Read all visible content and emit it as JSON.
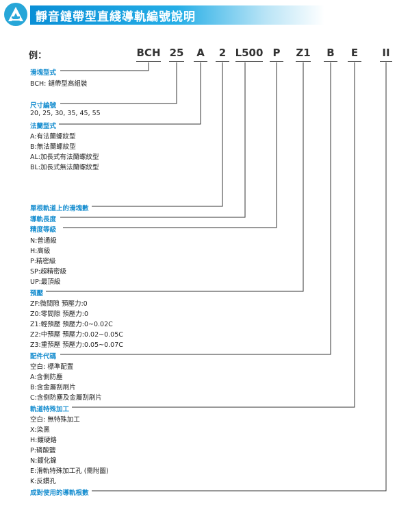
{
  "header": {
    "title": "靜音鏈帶型直綫導軌編號說明"
  },
  "example": {
    "label": "例：",
    "codes": [
      "BCH",
      "25",
      "A",
      "2",
      "L500",
      "P",
      "Z1",
      "B",
      "E",
      "II"
    ]
  },
  "sections": [
    {
      "title": "滑塊型式",
      "items": [
        "BCH: 鏈帶型高組裝"
      ]
    },
    {
      "title": "尺寸編號",
      "items": [
        "20, 25, 30, 35, 45, 55"
      ]
    },
    {
      "title": "法蘭型式",
      "items": [
        "A:有法蘭螺紋型",
        "B:無法蘭螺紋型",
        "AL:加長式有法蘭螺紋型",
        "BL:加長式無法蘭螺紋型"
      ]
    },
    {
      "title": "單根軌道上的滑塊數",
      "items": []
    },
    {
      "title": "導軌長度",
      "items": []
    },
    {
      "title": "精度等級",
      "items": [
        "N:普通級",
        "H:高級",
        "P:精密級",
        "SP:超精密級",
        "UP:最頂級"
      ]
    },
    {
      "title": "預壓",
      "items": [
        "ZF:微間隙  預壓力:0",
        "Z0:零間隙  預壓力:0",
        "Z1:輕預壓  預壓力:0~0.02C",
        "Z2:中預壓  預壓力:0.02~0.05C",
        "Z3:重預壓  預壓力:0.05~0.07C"
      ]
    },
    {
      "title": "配件代碼",
      "items": [
        "空白: 標準配置",
        "A:含側防塵",
        "B:含金屬刮刷片",
        "C:含側防塵及金屬刮刷片"
      ]
    },
    {
      "title": "軌道特殊加工",
      "items": [
        "空白: 無特殊加工",
        "X:染黑",
        "H:鍍硬鉻",
        "P:磷酸鹽",
        "N:鍍化鎳",
        "E:滑軌特殊加工孔 (需附圖)",
        "K:反鑽孔"
      ]
    },
    {
      "title": "成對使用的導軌根數",
      "items": []
    }
  ],
  "colors": {
    "accent": "#1a8fd0",
    "header_blue": "#0a8fd6",
    "logo": "#27a6d8"
  }
}
